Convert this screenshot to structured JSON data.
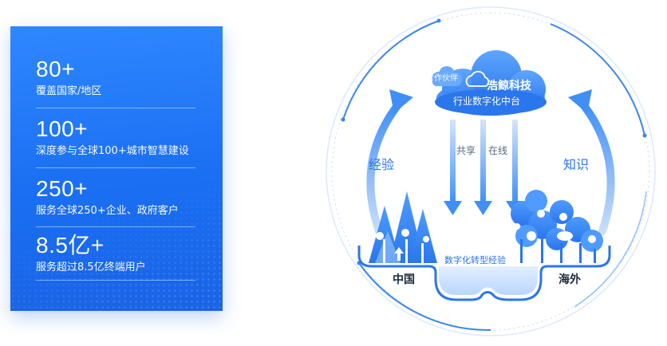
{
  "stats": [
    {
      "number": "80+",
      "description": "覆盖国家/地区"
    },
    {
      "number": "100+",
      "description": "深度参与全球100+城市智慧建设"
    },
    {
      "number": "250+",
      "description": "服务全球250+企业、政府客户"
    },
    {
      "number": "8.5亿+",
      "description": "服务超过8.5亿终端用户"
    }
  ],
  "diagram": {
    "partner_label": "合作伙伴",
    "cloud_title": "浩鲸科技",
    "cloud_subtitle": "行业数字化中台",
    "left_arrow_label": "经验",
    "right_arrow_label": "知识",
    "share_label": "共享",
    "online_label": "在线",
    "left_region": "中国",
    "right_region": "海外",
    "lake_label": "数字化转型经验",
    "colors": {
      "primary": "#2a7cf0",
      "light": "#8fc0ff",
      "ring": "#3b86ee"
    }
  }
}
